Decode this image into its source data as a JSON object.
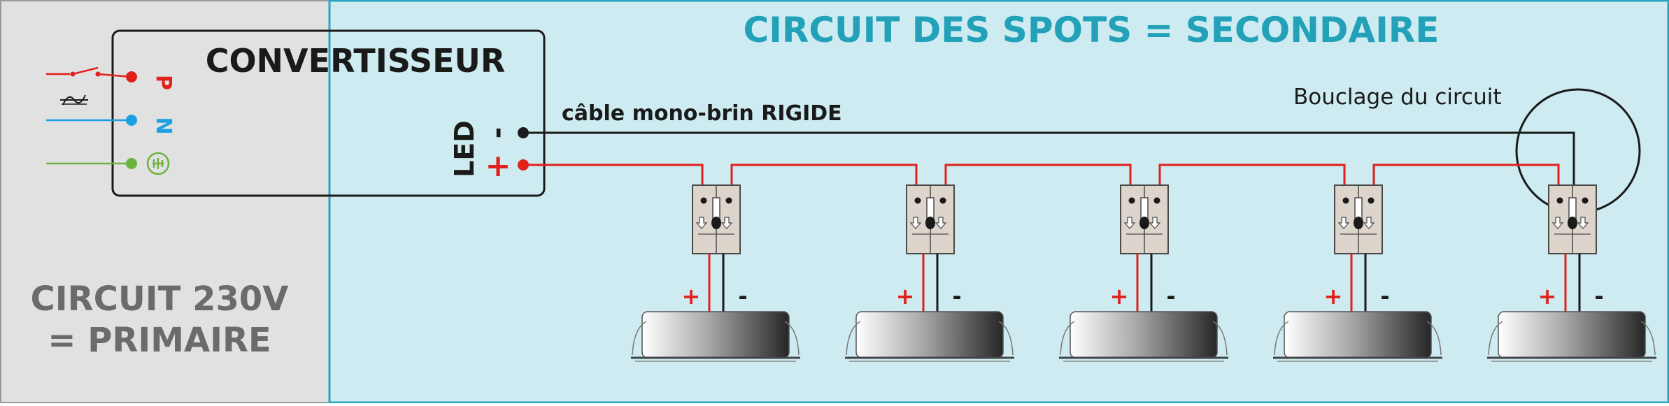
{
  "primary": {
    "label_line1": "CIRCUIT 230V",
    "label_line2": "= PRIMAIRE",
    "terminals": [
      "P",
      "N",
      "⏚"
    ]
  },
  "converter": {
    "title": "CONVERTISSEUR",
    "output_label": "LED",
    "minus_symbol": "-",
    "plus_symbol": "+"
  },
  "secondary": {
    "title": "CIRCUIT DES SPOTS = SECONDAIRE",
    "cable_label": "câble mono-brin RIGIDE",
    "loop_label": "Bouclage du circuit",
    "spot_plus": "+",
    "spot_minus": "-",
    "spot_count": 5
  },
  "colors": {
    "primary_bg": "#e1e1e1",
    "secondary_bg": "#cdebf0",
    "frame": "#2aa6c2",
    "title": "#22a1b9",
    "wire_red": "#e1201b",
    "wire_blue": "#1aa0e0",
    "wire_green": "#6cb33f",
    "wire_black": "#1a1a1a",
    "text_gray": "#6b6b6b"
  }
}
